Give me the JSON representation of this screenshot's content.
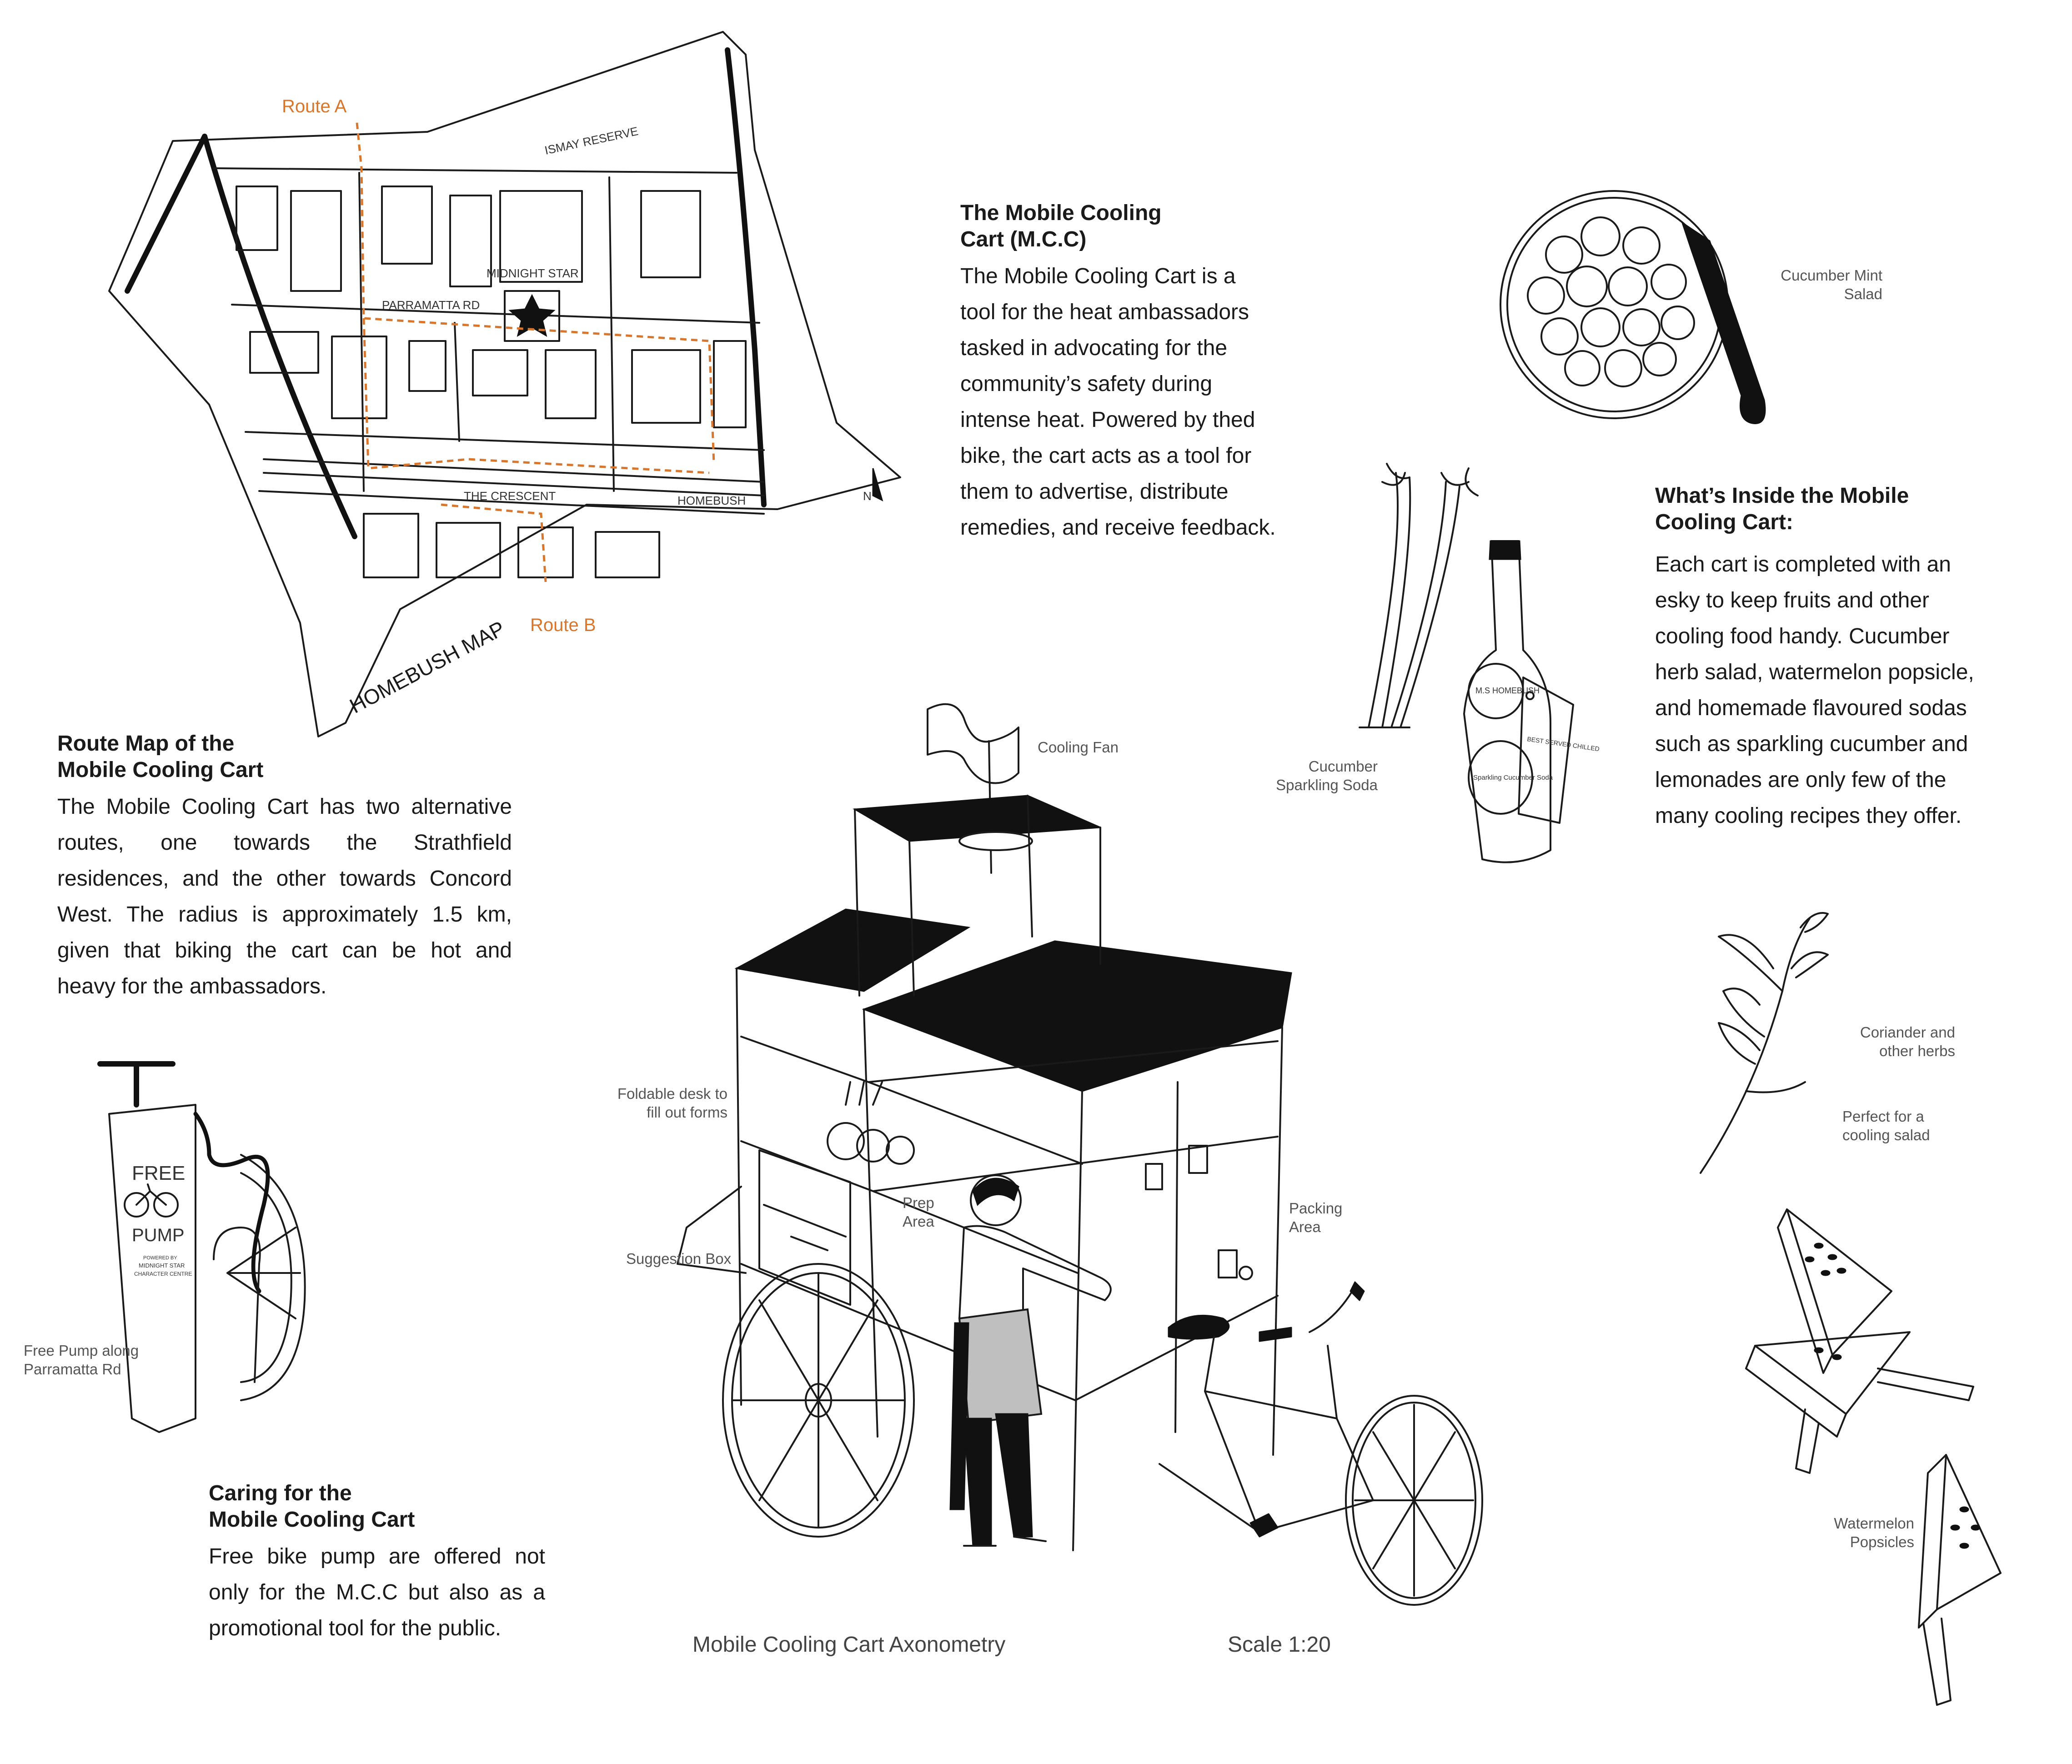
{
  "map": {
    "route_a": "Route A",
    "route_b": "Route B",
    "labels": {
      "ismay": "ISMAY RESERVE",
      "midnight": "MIDNIGHT STAR",
      "parramatta": "PARRAMATTA RD",
      "crescent": "THE CRESCENT",
      "homebush": "HOMEBUSH",
      "homebush_map": "HOMEBUSH MAP",
      "north": "N"
    }
  },
  "mcc": {
    "title_line1": "The Mobile Cooling",
    "title_line2": "Cart (M.C.C)",
    "body": [
      "The Mobile Cooling Cart is a",
      "tool for the heat ambassadors",
      "tasked in advocating for the",
      "community’s safety during",
      "intense heat. Powered by thed",
      "bike, the cart acts as a tool for",
      "them to advertise, distribute",
      "remedies, and receive feedback."
    ]
  },
  "route_map": {
    "title_line1": "Route Map of the",
    "title_line2": "Mobile Cooling Cart",
    "body": [
      "The Mobile Cooling Cart has two alternative",
      "routes, one towards the Strathfield",
      "residences, and the other towards Concord",
      "West. The radius is approximately 1.5 km,",
      "given that biking the cart can be hot and",
      "heavy for the ambassadors."
    ]
  },
  "inside": {
    "title_line1": "What’s Inside the Mobile",
    "title_line2": "Cooling Cart:",
    "body": [
      "Each cart is completed with an",
      "esky to keep fruits and other",
      "cooling food handy. Cucumber",
      "herb salad, watermelon popsicle,",
      "and homemade flavoured sodas",
      "such as sparkling cucumber and",
      "lemonades are only few of the",
      "many cooling recipes they offer."
    ]
  },
  "caring": {
    "title_line1": "Caring for the",
    "title_line2": "Mobile Cooling Cart",
    "body": [
      "Free bike pump are offered not",
      "only for the M.C.C but also as a",
      "promotional tool for the public."
    ]
  },
  "labels": {
    "cucumber_salad": [
      "Cucumber Mint",
      "Salad"
    ],
    "cucumber_soda": [
      "Cucumber",
      "Sparkling Soda"
    ],
    "coriander": [
      "Coriander and",
      "other herbs"
    ],
    "perfect": [
      "Perfect for a",
      "cooling salad"
    ],
    "popsicles": [
      "Watermelon",
      "Popsicles"
    ],
    "cooling_fan": "Cooling Fan",
    "foldable_desk": [
      "Foldable desk to",
      "fill out forms"
    ],
    "prep_area": [
      "Prep",
      "Area"
    ],
    "packing_area": [
      "Packing",
      "Area"
    ],
    "suggestion_box": "Suggestion Box",
    "free_pump": [
      "Free Pump along",
      "Parramatta Rd"
    ]
  },
  "pump": {
    "free": "FREE",
    "pump": "PUMP",
    "small": [
      "POWERED BY",
      "MIDNIGHT STAR",
      "CHARACTER CENTRE"
    ]
  },
  "soda": {
    "label_top": "M.S HOMEBUSH",
    "label_bottom": "Sparkling Cucumber Soda",
    "tag": "BEST SERVED CHILLED"
  },
  "caption": {
    "title": "Mobile Cooling Cart Axonometry",
    "scale": "Scale 1:20"
  }
}
